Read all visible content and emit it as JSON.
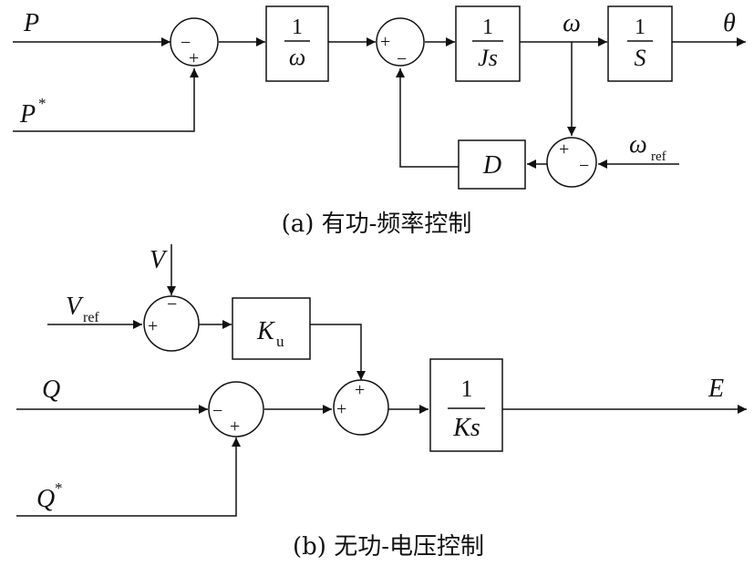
{
  "diagram_a": {
    "caption": "(a) 有功-频率控制",
    "signals": {
      "P": "P",
      "P_star": "P",
      "P_star_sup": "*",
      "omega": "ω",
      "theta": "θ",
      "omega_ref": "ω",
      "omega_ref_sub": "ref"
    },
    "blocks": {
      "inv_omega_num": "1",
      "inv_omega_den": "ω",
      "inv_Js_num": "1",
      "inv_Js_den": "Js",
      "inv_S_num": "1",
      "inv_S_den": "S",
      "damping": "D"
    },
    "signs": {
      "s1_minus": "−",
      "s1_plus": "+",
      "s2_plus": "+",
      "s2_minus": "−",
      "s3_plus": "+",
      "s3_minus": "−"
    }
  },
  "diagram_b": {
    "caption": "(b) 无功-电压控制",
    "signals": {
      "V": "V",
      "V_ref": "V",
      "V_ref_sub": "ref",
      "Q": "Q",
      "Q_star": "Q",
      "Q_star_sup": "*",
      "E": "E"
    },
    "blocks": {
      "Ku": "K",
      "Ku_sub": "u",
      "inv_Ks_num": "1",
      "inv_Ks_den": "Ks"
    },
    "signs": {
      "s4_minus": "−",
      "s4_plus": "+",
      "s5_minus": "−",
      "s5_plus": "+",
      "s6_plus_top": "+",
      "s6_plus_left": "+"
    }
  }
}
